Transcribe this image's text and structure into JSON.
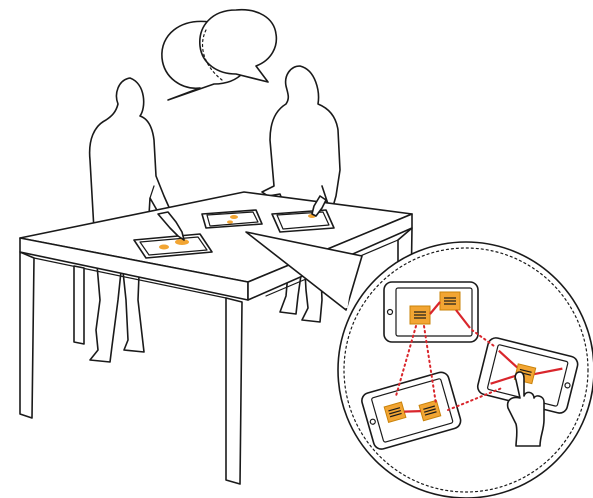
{
  "scene": {
    "elements": [
      "speech-bubbles",
      "person-left",
      "person-right",
      "table",
      "tablet-left",
      "tablet-center",
      "tablet-right",
      "zoom-callout",
      "zoom-tablet-top",
      "zoom-tablet-bottom-left",
      "zoom-tablet-right",
      "touching-hand"
    ]
  },
  "colors": {
    "outline": "#1a1a1a",
    "note": "#f2a533",
    "link": "#d9262c",
    "background": "#ffffff"
  },
  "icons": [
    "speech-bubble-icon",
    "hand-pointer-icon",
    "sticky-note-icon"
  ]
}
